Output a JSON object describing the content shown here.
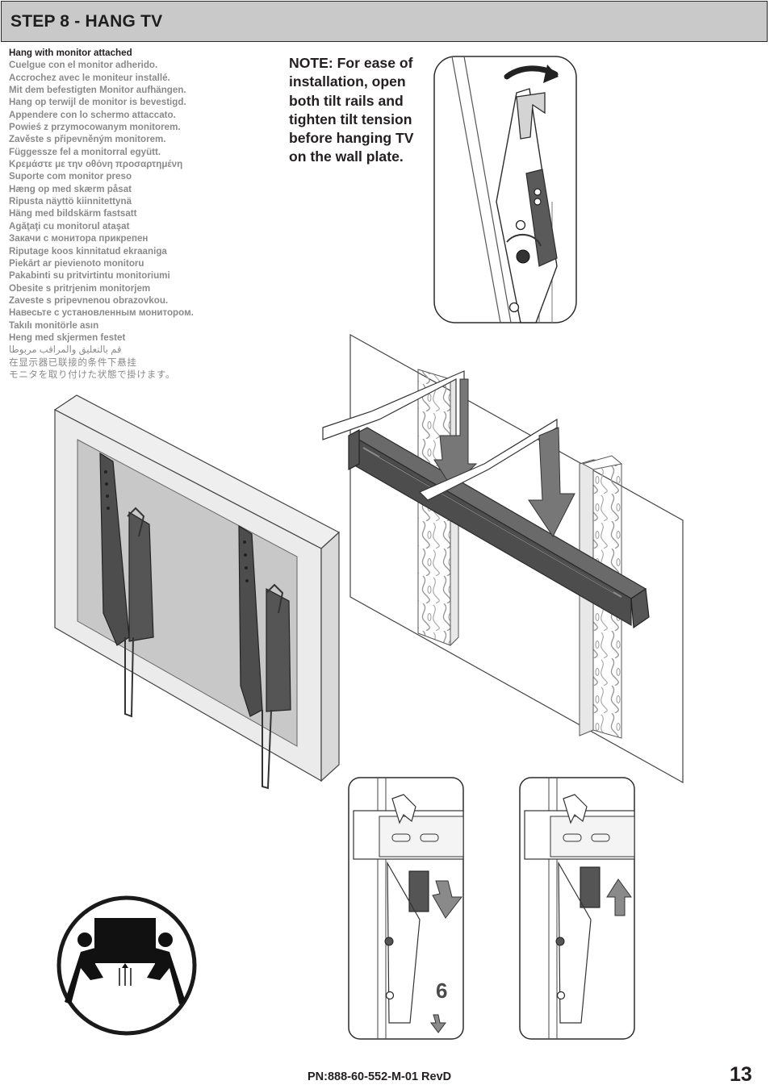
{
  "header": {
    "title": "STEP 8 - HANG TV"
  },
  "instructions": [
    "Hang with monitor attached",
    "Cuelgue con el monitor adherido.",
    "Accrochez avec le moniteur installé.",
    "Mit dem befestigten Monitor aufhängen.",
    "Hang op terwijl de monitor is bevestigd.",
    "Appendere con lo schermo attaccato.",
    "Powieś z przymocowanym monitorem.",
    "Zavěste s připevněným monitorem.",
    "Függessze fel a monitorral együtt.",
    "Κρεμάστε με την οθόνη προσαρτημένη",
    "Suporte com monitor preso",
    "Hæng op med skærm påsat",
    "Ripusta näyttö kiinnitettynä",
    "Häng med bildskärm fastsatt",
    "Agăţaţi cu monitorul ataşat",
    "Закачи с монитора прикрепен",
    "Riputage koos kinnitatud ekraaniga",
    "Piekārt ar pievienoto monitoru",
    "Pakabinti su pritvirtintu monitoriumi",
    "Obesite s pritrjenim monitorjem",
    "Zaveste s pripevnenou obrazovkou.",
    "Навесьте с установленным монитором.",
    "Takılı monitörle asın",
    "Heng med skjermen festet",
    "قم بالتعليق والمراقب مربوطا",
    "在显示器已联接的条件下悬挂",
    "モニタを取り付けた状態で掛けます。"
  ],
  "note": {
    "text": "NOTE:  For ease of installation, open both tilt rails and tighten tilt tension before hanging TV on the wall plate."
  },
  "detail": {
    "step_number": "6"
  },
  "footer": {
    "part_number": "PN:888-60-552-M-01 RevD",
    "page_number": "13"
  },
  "icons": [
    "two-person-lift-icon",
    "down-arrow-icon",
    "up-arrow-icon",
    "rotate-arrow-icon"
  ],
  "colors": {
    "header_bg": "#c9c9c9",
    "bracket_dark": "#4d4d4d",
    "arrow_gray": "#7a7a7a"
  }
}
